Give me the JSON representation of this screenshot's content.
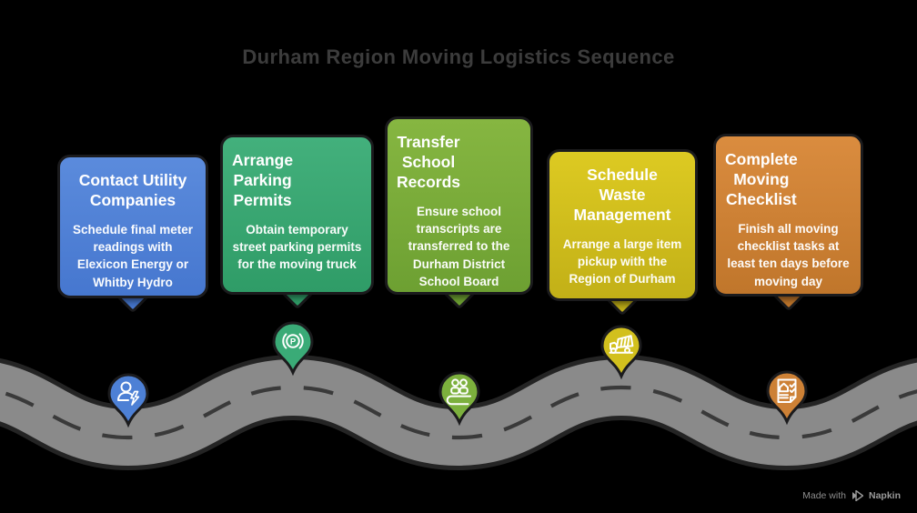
{
  "title": "Durham Region Moving Logistics Sequence",
  "steps": [
    {
      "title": "Contact Utility\nCompanies",
      "body": "Schedule final meter readings with Elexicon Energy or Whitby Hydro",
      "color": "#4d80d5",
      "icon": "person-lightning-icon"
    },
    {
      "title": "Arrange\nParking\nPermits",
      "body": "Obtain temporary street parking permits for the moving truck",
      "color": "#3aab77",
      "icon": "parking-sensors-icon",
      "icon_letter": "P"
    },
    {
      "title": "Transfer\nSchool\nRecords",
      "body": "Ensure school transcripts are transferred to the Durham District School Board",
      "color": "#7cb03d",
      "icon": "students-desk-icon"
    },
    {
      "title": "Schedule\nWaste\nManagement",
      "body": "Arrange a large item pickup with the Region of Durham",
      "color": "#d2c01d",
      "icon": "dump-truck-icon"
    },
    {
      "title": "Complete\nMoving\nChecklist",
      "body": "Finish all moving checklist tasks at least ten days before moving day",
      "color": "#cd8136",
      "icon": "checklist-document-icon"
    }
  ],
  "road": {
    "color": "#8a8a8a",
    "outline": "#242424",
    "dash_color": "#3a3a3a"
  },
  "footer": {
    "made_with": "Made with",
    "brand": "Napkin"
  }
}
